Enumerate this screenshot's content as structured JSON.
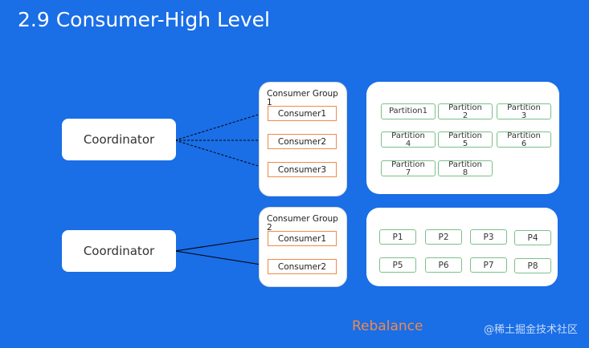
{
  "title": "2.9 Consumer-High Level",
  "groups": [
    {
      "coordinator": "Coordinator",
      "label_line1": "Consumer Group",
      "label_line2": "1",
      "consumers": [
        "Consumer1",
        "Consumer2",
        "Consumer3"
      ],
      "partitions": [
        {
          "l1": "Partition1",
          "l2": ""
        },
        {
          "l1": "Partition",
          "l2": "2"
        },
        {
          "l1": "Partition",
          "l2": "3"
        },
        {
          "l1": "Partition",
          "l2": "4"
        },
        {
          "l1": "Partition",
          "l2": "5"
        },
        {
          "l1": "Partition",
          "l2": "6"
        },
        {
          "l1": "Partition",
          "l2": "7"
        },
        {
          "l1": "Partition",
          "l2": "8"
        }
      ]
    },
    {
      "coordinator": "Coordinator",
      "label_line1": "Consumer Group",
      "label_line2": "2",
      "consumers": [
        "Consumer1",
        "Consumer2"
      ],
      "partitions": [
        "P1",
        "P2",
        "P3",
        "P4",
        "P5",
        "P6",
        "P7",
        "P8"
      ]
    }
  ],
  "rebalance": "Rebalance",
  "watermark": "@稀土掘金技术社区",
  "colors": {
    "background": "#1a6ee6",
    "consumer_border": "#f08a4b",
    "partition_border": "#7cc08a",
    "rebalance_text": "#f08a4b"
  }
}
